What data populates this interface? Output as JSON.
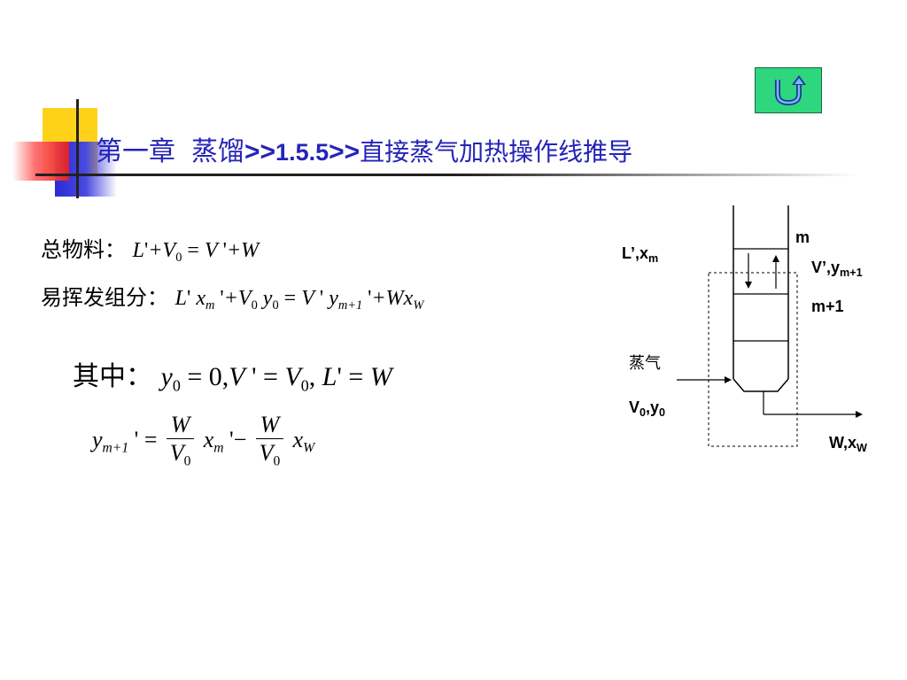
{
  "title": {
    "prefix": "第一章",
    "chapter": "蒸馏",
    "sep1": ">>",
    "section": "1.5.5",
    "sep2": ">>",
    "topic": "直接蒸气加热操作线推导"
  },
  "back_button": {
    "icon": "return-arrow-icon",
    "color": "#2ed67e"
  },
  "equations": {
    "total_label": "总物料：",
    "volatile_label": "易挥发组分：",
    "where_label": "其中："
  },
  "diagram": {
    "label_L": "L’,x",
    "label_L_sub": "m",
    "label_m": "m",
    "label_V": "V’,y",
    "label_V_sub": "m+1",
    "label_m1": "m+1",
    "label_steam": "蒸气",
    "label_V0": "V",
    "label_V0_sub": "0",
    "label_V0_mid": ",y",
    "label_V0_sub2": "0",
    "label_W": "W,x",
    "label_W_sub": "W"
  },
  "colors": {
    "title": "#2424b8",
    "accent_yellow": "#ffd21a",
    "accent_blue": "#2b2bd6",
    "accent_red": "#e62020"
  }
}
